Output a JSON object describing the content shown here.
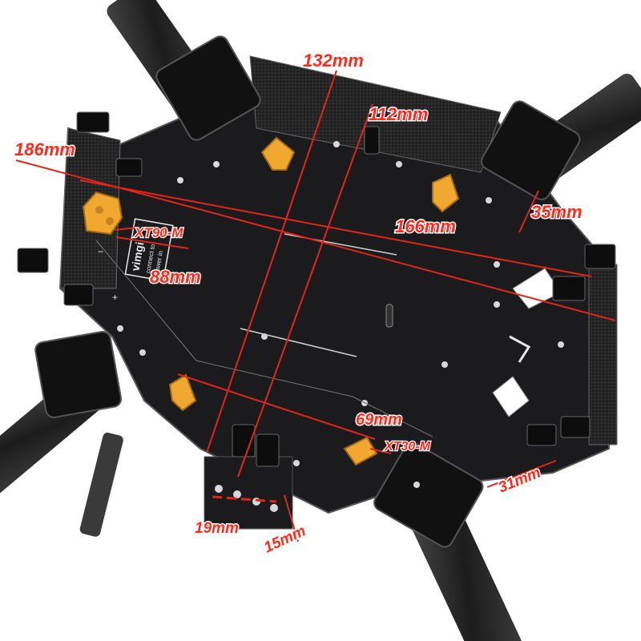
{
  "dimensions": {
    "width_132": "132mm",
    "width_112": "112mm",
    "width_186": "186mm",
    "width_166": "166mm",
    "height_35": "35mm",
    "width_88": "88mm",
    "width_69": "69mm",
    "width_31": "31mm",
    "width_19": "19mm",
    "width_15": "15mm"
  },
  "connectors": {
    "xt90": "XT90-M",
    "xt30": "XT30-M"
  },
  "board": {
    "logo": "vimgi",
    "line1": "connect to",
    "line2": "power in",
    "minus": "−",
    "plus": "+"
  },
  "colors": {
    "dimension_line": "#e0261b",
    "plate": "#1b1b1d",
    "connector": "#f0a830",
    "arm": "#2a2a2a"
  }
}
